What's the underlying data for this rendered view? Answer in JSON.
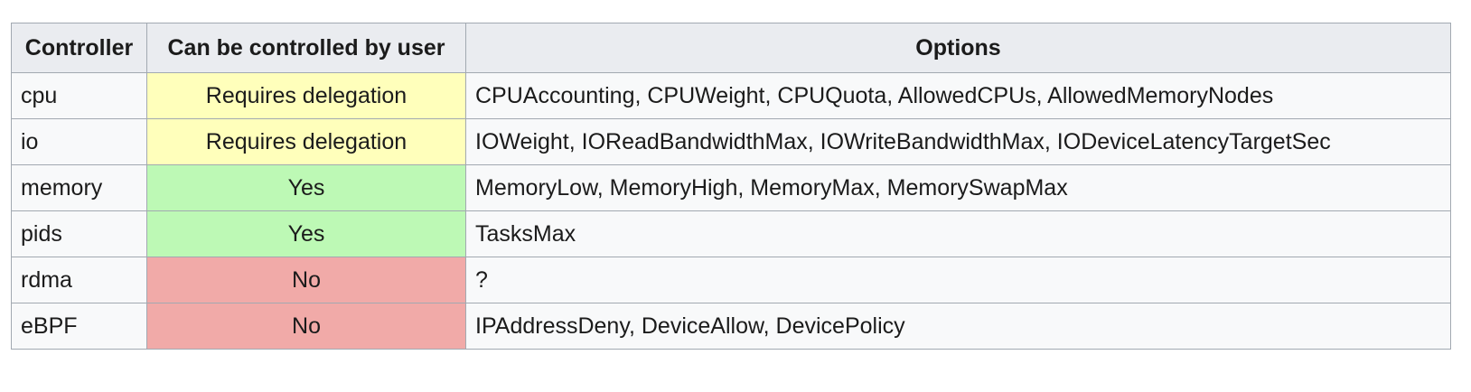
{
  "table": {
    "name": "cgroup-controllers-table",
    "columns": [
      {
        "key": "controller",
        "label": "Controller",
        "align": "left"
      },
      {
        "key": "user",
        "label": "Can be controlled by user",
        "align": "center"
      },
      {
        "key": "options",
        "label": "Options",
        "align": "center"
      }
    ],
    "rows": [
      {
        "controller": "cpu",
        "user": "Requires delegation",
        "status": "delegation",
        "options": "CPUAccounting, CPUWeight, CPUQuota, AllowedCPUs, AllowedMemoryNodes"
      },
      {
        "controller": "io",
        "user": "Requires delegation",
        "status": "delegation",
        "options": "IOWeight, IOReadBandwidthMax, IOWriteBandwidthMax, IODeviceLatencyTargetSec"
      },
      {
        "controller": "memory",
        "user": "Yes",
        "status": "yes",
        "options": "MemoryLow, MemoryHigh, MemoryMax, MemorySwapMax"
      },
      {
        "controller": "pids",
        "user": "Yes",
        "status": "yes",
        "options": "TasksMax"
      },
      {
        "controller": "rdma",
        "user": "No",
        "status": "no",
        "options": "?"
      },
      {
        "controller": "eBPF",
        "user": "No",
        "status": "no",
        "options": "IPAddressDeny, DeviceAllow, DevicePolicy"
      }
    ]
  },
  "colors": {
    "header_background": "#eaecf0",
    "cell_background": "#f8f9fa",
    "border": "#a2a9b1",
    "status_delegation": "#ffffbb",
    "status_yes": "#bdf9b5",
    "status_no": "#f1aaa8",
    "text": "#1b1b1b"
  }
}
